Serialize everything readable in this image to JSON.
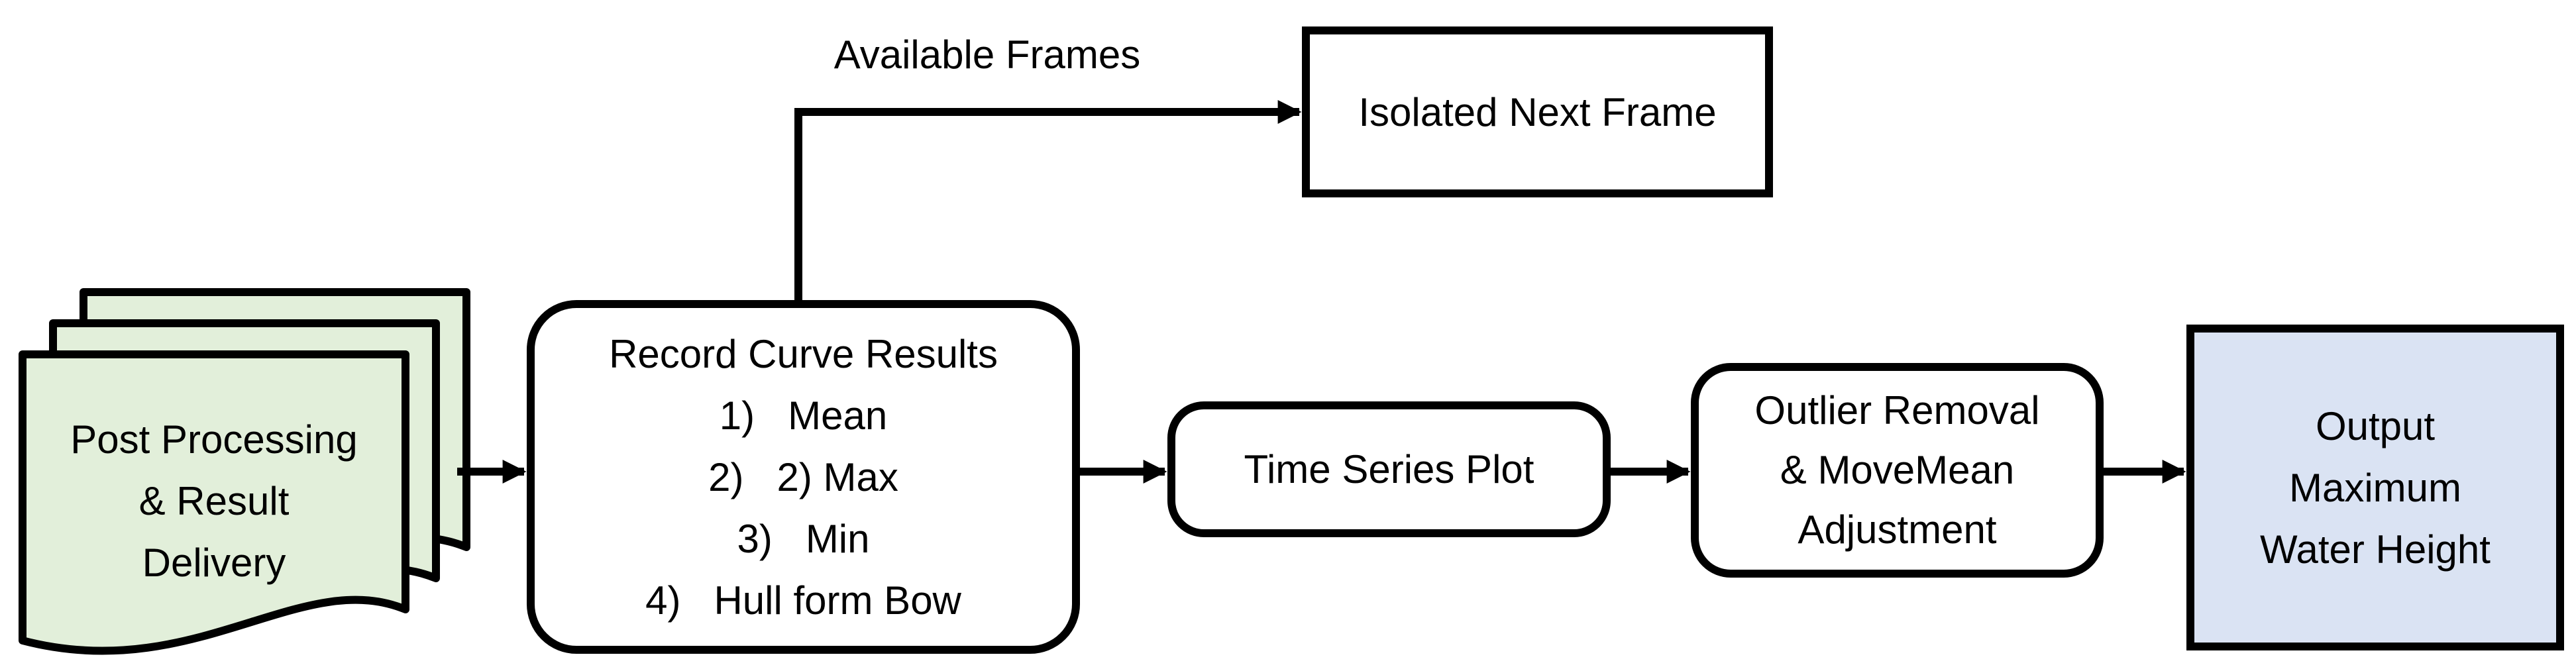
{
  "diagram": {
    "colors": {
      "doc_fill": "#e2efda",
      "output_fill": "#dae3f3",
      "process_fill": "#ffffff",
      "stroke": "#000000"
    },
    "nodes": {
      "post_processing": {
        "lines": [
          "Post Processing",
          "& Result",
          "Delivery"
        ]
      },
      "record_curve": {
        "lines": [
          "Record Curve Results",
          "1)   Mean",
          "2)   2) Max",
          "3)   Min",
          "4)   Hull form Bow"
        ]
      },
      "isolated_frame": {
        "label": "Isolated Next Frame"
      },
      "time_series": {
        "label": "Time Series Plot"
      },
      "outlier": {
        "lines": [
          "Outlier Removal",
          "& MoveMean",
          "Adjustment"
        ]
      },
      "output": {
        "lines": [
          "Output",
          "Maximum",
          "Water Height"
        ]
      }
    },
    "edges": {
      "available_frames_label": "Available Frames"
    }
  }
}
